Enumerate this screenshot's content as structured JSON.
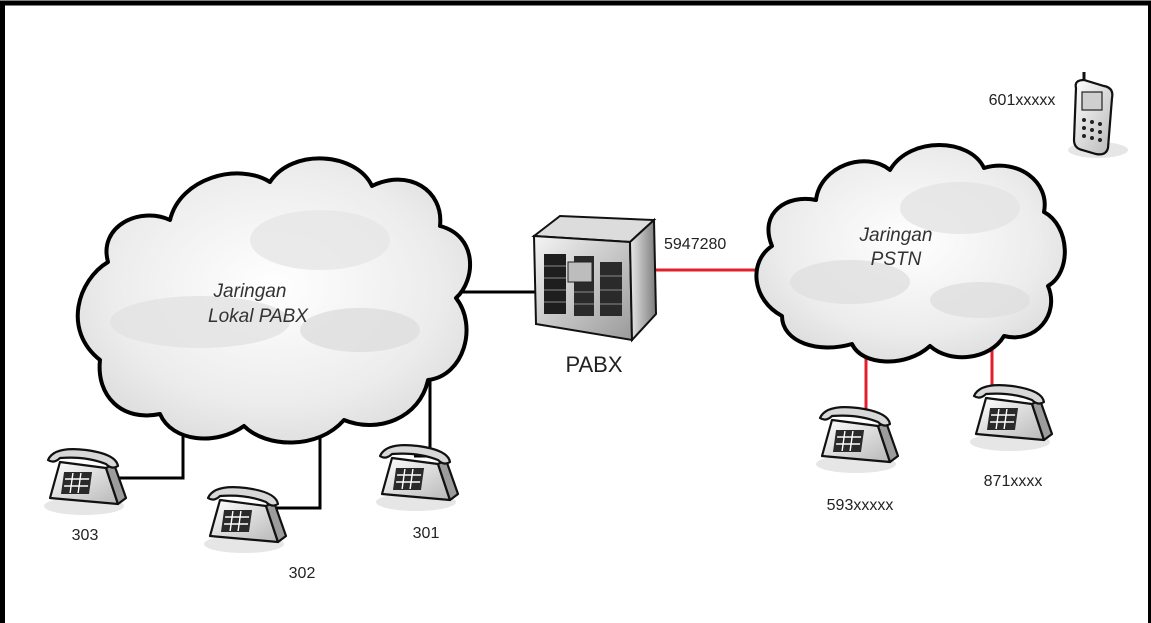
{
  "clouds": {
    "local": {
      "line1": "Jaringan",
      "line2": "Lokal PABX"
    },
    "pstn": {
      "line1": "Jaringan",
      "line2": "PSTN"
    }
  },
  "pabx": {
    "label": "PABX",
    "trunk_number": "5947280"
  },
  "phones": {
    "ext303": "303",
    "ext302": "302",
    "ext301": "301",
    "pstn1": "593xxxxx",
    "pstn2": "871xxxx",
    "mobile": "601xxxxx"
  },
  "colors": {
    "border": "#000000",
    "local_link": "#000000",
    "pstn_link": "#e0202a",
    "cloud_fill": "#f2f2f2",
    "cloud_stroke": "#000000"
  }
}
